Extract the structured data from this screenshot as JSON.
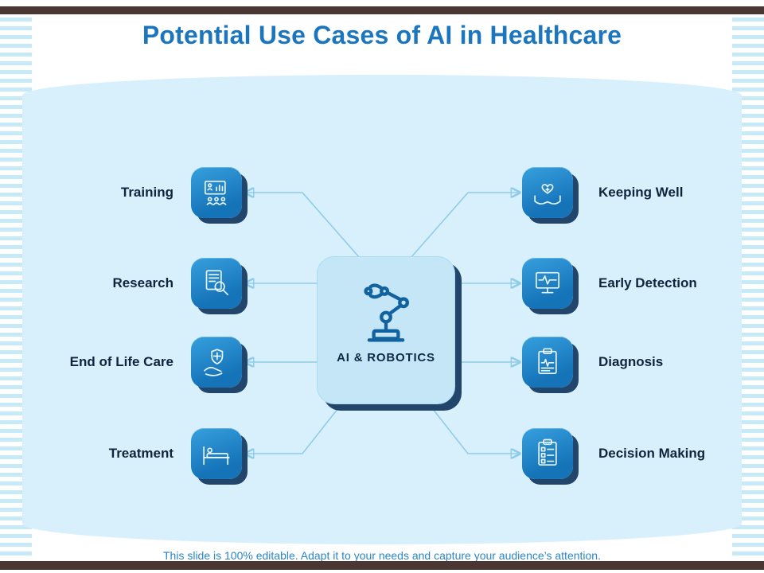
{
  "header": {
    "title": "Potential Use Cases of AI in Healthcare"
  },
  "center": {
    "label": "AI & ROBOTICS",
    "icon": "robot-arm-icon"
  },
  "left_items": [
    {
      "label": "Training",
      "icon": "training-presentation-icon"
    },
    {
      "label": "Research",
      "icon": "research-document-magnifier-icon"
    },
    {
      "label": "End of Life Care",
      "icon": "hand-shield-cross-icon"
    },
    {
      "label": "Treatment",
      "icon": "hospital-bed-icon"
    }
  ],
  "right_items": [
    {
      "label": "Keeping Well",
      "icon": "hands-heart-cross-icon"
    },
    {
      "label": "Early Detection",
      "icon": "monitor-heartbeat-icon"
    },
    {
      "label": "Diagnosis",
      "icon": "clipboard-pulse-icon"
    },
    {
      "label": "Decision Making",
      "icon": "clipboard-checklist-icon"
    }
  ],
  "footer": {
    "note": "This slide is 100% editable. Adapt it to your needs and capture your audience’s attention."
  },
  "colors": {
    "title_blue": "#1b76bd",
    "tile_blue": "#1e7fc4",
    "tile_shadow_navy": "#21456b",
    "panel_light_blue": "#d8f0fb",
    "center_box_blue": "#c5e6f7",
    "connector_blue": "#8fcbea",
    "label_dark": "#10243e",
    "footer_blue": "#2a86c6",
    "border_bar_brown": "#4a3733",
    "stripe_blue": "#c7eaf8"
  }
}
